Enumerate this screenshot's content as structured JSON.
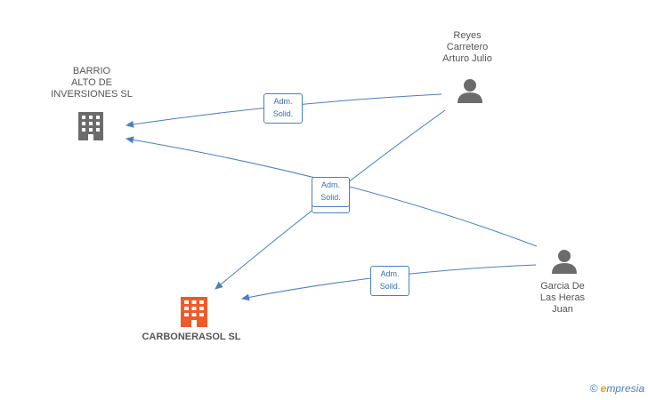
{
  "nodes": {
    "barrio": {
      "label_lines": [
        "BARRIO",
        "ALTO DE",
        "INVERSIONES SL"
      ],
      "type": "company",
      "color": "#6b6b6b"
    },
    "carbonerasol": {
      "label_lines": [
        "CARBONERASOL SL"
      ],
      "type": "company",
      "color": "#f05a28"
    },
    "reyes": {
      "label_lines": [
        "Reyes",
        "Carretero",
        "Arturo Julio"
      ],
      "type": "person",
      "color": "#6b6b6b"
    },
    "garcia": {
      "label_lines": [
        "Garcia De",
        "Las Heras",
        "Juan"
      ],
      "type": "person",
      "color": "#6b6b6b"
    }
  },
  "edges": [
    {
      "from": "reyes",
      "to": "barrio",
      "label_lines": [
        "Adm.",
        "Solid."
      ]
    },
    {
      "from": "reyes",
      "to": "carbonerasol",
      "label_lines": [
        "Adm.",
        "Solid."
      ]
    },
    {
      "from": "garcia",
      "to": "barrio",
      "label_lines": [
        "Adm.",
        "Solid."
      ]
    },
    {
      "from": "garcia",
      "to": "carbonerasol",
      "label_lines": [
        "Adm.",
        "Solid."
      ]
    }
  ],
  "colors": {
    "edge": "#4a7fc1",
    "badge_text": "#3a6fb0"
  },
  "watermark": {
    "copyright_symbol": "©",
    "brand_initial": "e",
    "brand_rest": "mpresia"
  }
}
